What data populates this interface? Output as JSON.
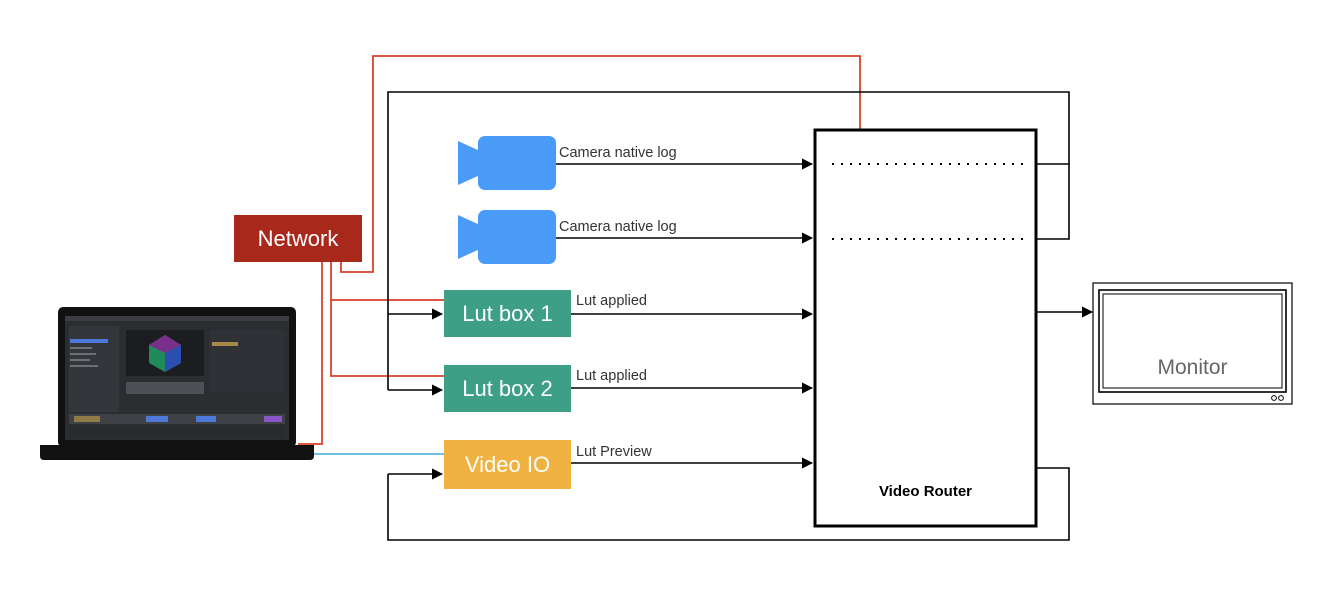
{
  "colors": {
    "network": "#a9281c",
    "lutbox": "#3c9f86",
    "videoio": "#f0b240",
    "camera": "#4a9bf7",
    "network_line": "#d8412b",
    "usb_line": "#5ab8e0",
    "signal_line": "#000000"
  },
  "nodes": {
    "network": "Network",
    "lutbox1": "Lut box 1",
    "lutbox2": "Lut box 2",
    "videoio": "Video IO",
    "router": "Video Router",
    "monitor": "Monitor"
  },
  "icons": {
    "camera": "video-camera-icon",
    "laptop": "laptop-icon",
    "monitor": "monitor-icon"
  },
  "edges": {
    "camera1": "Camera native log",
    "camera2": "Camera native log",
    "lut1": "Lut applied",
    "lut2": "Lut applied",
    "preview": "Lut Preview"
  }
}
